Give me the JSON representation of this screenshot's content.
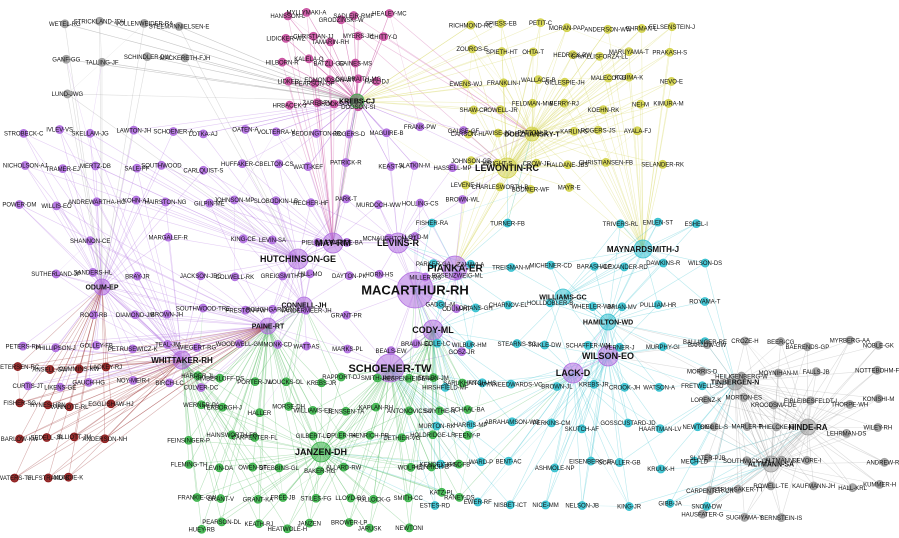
{
  "colors": {
    "purple": "#b06ee0",
    "magenta": "#c84fa0",
    "yellow": "#d2d24a",
    "cyan": "#35c0cf",
    "green": "#3bb34a",
    "gray": "#9e9e9e",
    "darkred": "#8e1b1b",
    "lightpurple": "#c9a8e3",
    "blue": "#5470e0"
  },
  "clusters": [
    {
      "color": "gray",
      "nodes": [
        "WETEL-RG",
        "STRICKLAND-JDH",
        "VOLLENWEIDER-RA",
        "STEEMANNIELSEN-E",
        "GANF-GG",
        "TALLING-JF",
        "SCHINDLER-DW",
        "MACKERETH-FJH",
        "LUND-JWG"
      ]
    },
    {
      "color": "magenta",
      "nodes": [
        "HANSSON-L",
        "MYLLYMAKI-A",
        "GRODZINSKI-W",
        "SADLEIR-RMF",
        "HEALEY-MC",
        "LIDICKER-WZ",
        "CHRISTIAN-JJ",
        "TAMARIN-RH",
        "MYERS-JH",
        "CHITTY-D",
        "HILBORN-R",
        "KALELA-O",
        "BATZLI-GO",
        "GAINES-MS",
        "KREBS-CJ",
        "LIDKER",
        "PEARSON-OP",
        "EDMONDSON-WT",
        "GALBRAITH-MG",
        "HALL-DJ",
        "HRBACEK-J",
        "ZARET-TM",
        "BROOKS-JL",
        "DODSON-SI"
      ]
    },
    {
      "color": "yellow",
      "nodes": [
        "RICHMOND-RC",
        "SPIESS-EB",
        "PETIT-C",
        "MORAN-PAP",
        "ANDERSON-WW",
        "EHRMAN-L",
        "FELSENSTEIN-J",
        "ZOUROS-E",
        "SPIETH-HT",
        "OHTA-T",
        "HEDRICK-PW",
        "CAVALLISFORZA-LL",
        "MARUYAMA-T",
        "PRAKASH-S",
        "EWENS-WJ",
        "FRANKLIN-I",
        "WALLACE-B",
        "GILLESPIE-JH",
        "MALECOT-G",
        "KOJIMA-K",
        "NEVO-E",
        "SHAW-CR",
        "POWELL-JR",
        "FELDMAN-MW",
        "BERRY-RJ",
        "KOEHN-RK",
        "NEI-M",
        "KIMURA-M",
        "CARSON-HL",
        "AVISE-JC",
        "PATTON-JL",
        "KARLIN-S",
        "ROGERS-JS",
        "AYALA-FJ",
        "DOBZHANSKY-T",
        "JOHNSON-GB",
        "WRIGHT-S",
        "CROW-JF",
        "HALDANE-JBS",
        "CHRISTIANSEN-FB",
        "LEWONTIN-RC",
        "SELANDER-RK",
        "LEVENE-H",
        "CHARLESWORTH-B",
        "BODMER-WF",
        "MAYR-E"
      ]
    },
    {
      "color": "purple",
      "nodes": [
        "STROBECK-C",
        "IVLEV-VS",
        "SKELLAM-JG",
        "LAWTON-JH",
        "SCHOENER-A",
        "LOTKA-AJ",
        "OATEN-A",
        "VOLTERRA-V",
        "BEDDINGTON-JR",
        "ROGERS-D",
        "MAGUIRE-B",
        "FRANK-PW",
        "GAUSE-GF",
        "NICHOLSON-AJ",
        "TRAMER-EJ",
        "MERTZ-DB",
        "SALE-PF",
        "SOUTHWOOD",
        "CARLQUIST-S",
        "HUFFAKER-CB",
        "ELTON-CS",
        "WATT-KEF",
        "PATRICK-R",
        "KEAST-A",
        "SLATKIN-M",
        "HASSELL-MP",
        "POWER-DM",
        "WILLIS-EO",
        "ANDREWARTHA-HG",
        "KOHN-AJ",
        "HAIRSTON-NG",
        "GILPIN-ME",
        "JOHNSON-MP",
        "SLOBODKIN-LB",
        "RECHER-HF",
        "PARK-T",
        "MURDOCH-WW",
        "HOLLING-CS",
        "BROWN-WL",
        "MAY-RM",
        "LEVINS-R",
        "SHANNON-CE",
        "HUTCHINSON-GE",
        "MARGALEF-R",
        "PIANKA-ER",
        "KING-CE",
        "LEVIN-SA",
        "PIELOU-EC",
        "MENGE-BA",
        "MCNAUGHTON-SJ",
        "LLOYD-M",
        "CONNELL-JH",
        "MACARTHUR-RH",
        "SUTHERLAND-JP",
        "SANDERS-HL",
        "BRAY-JR",
        "PAINE-RT",
        "JACKSON-JBC",
        "COLWELL-RK",
        "GREIGSMITH-P",
        "HILL-MO",
        "DAYTON-PK",
        "HORN-HS",
        "MILLER-RS",
        "ROSENZWEIG-ML",
        "CODY-ML",
        "WHITTAKER-RH",
        "ROOT-RB",
        "DIAMOND-JM",
        "BROWN-JH",
        "SOUTHWOOD-TRE",
        "PRESTON-FW",
        "ROUGHGARDEN-J",
        "VANDERMEER-JH",
        "GRANT-PR",
        "WILSON-EO",
        "ODUM-EP",
        "ODUM-HT",
        "PETERS-RH",
        "PHILLIPSON-J",
        "GOLLEY-FB",
        "PETRUSEWICZ-K",
        "TEAL-JM",
        "WIEGERT-RG",
        "WOODWELL-GM",
        "MONK-CD",
        "WATT-AS",
        "MARKS-PL",
        "BEALS-EW",
        "BRAUN-EL",
        "GOSZ-JR",
        "CURTIS-JT",
        "LIKENS-GE",
        "GAUCH-HG",
        "NOY-MEIR-I",
        "BIRCH-LC",
        "CULVER-DC",
        "SCHOENER-TW",
        "LACK-D"
      ]
    },
    {
      "color": "cyan",
      "nodes": [
        "FISHER-RA",
        "MAYNARDSMITH-J",
        "TURNER-FB",
        "HAMILTON-WD",
        "WILLIAMS-GC",
        "TRIVERS-RL",
        "EMLEN-ST",
        "ESHEL-I",
        "PARKER-GA",
        "ZAHAVI-A",
        "TREISMAN-M",
        "MICHENER-CD",
        "BARASH-DP",
        "ALEXANDER-RD",
        "DAWKINS-R",
        "WILSON-DS",
        "GADGIL-M",
        "ORIANS-GH",
        "CHARNOV-EL",
        "HOLLDOBLER-B",
        "WHEELER-WM",
        "BRIAN-MV",
        "PULLIAM-HR",
        "ROYAMA-T",
        "COLE-LC",
        "WILBUR-HM",
        "STEARNS-SC",
        "TINKLE-DW",
        "SCHAFFER-WM",
        "VERNER-J",
        "MURPHY-GI",
        "BALLINGER-RE",
        "HIRSHFIELD-MF",
        "FITCH-HS",
        "WYNNEEDWARDS-VC",
        "BROWN-JL",
        "KREBS-JR",
        "CROOK-JH",
        "WATSON-A",
        "FRETWELL-SD",
        "MURTON-RK",
        "HARRIS-MP",
        "ABRAHAMSON-WG",
        "PERKINS-CM",
        "SKUTCH-AF",
        "GOSSCUSTARD-JD",
        "HAARTMAN-LV",
        "NEWTON-I",
        "KENDEIGH-SC",
        "WARD-P",
        "BENT-AC",
        "ASHMOLE-NP",
        "EISENBERG-JF",
        "SCHALLER-GB",
        "KRUUK-H",
        "MECH-LD",
        "ESTES-RD",
        "EWER-RF",
        "NISBET-ICT",
        "NICE-MM",
        "NELSON-JB",
        "KING-JR",
        "GIBB-JA",
        "SNOW-DW"
      ]
    },
    {
      "color": "green",
      "nodes": [
        "HARPER-JL",
        "SIMBERLOFF-DS",
        "PORTER-JW",
        "LOUCKS-OL",
        "KREBS-JR",
        "RAPPORT-DJ",
        "SMITH-JNM",
        "HESPENHEIDE-HA",
        "EMLEN-JM",
        "SARUKHAN-J",
        "WERNER-PA",
        "TERBORGH-J",
        "HALLER",
        "MORSE-DH",
        "WILLIAMS-EE",
        "JENSSEN-TA",
        "KAPLAN-RH",
        "ANTONOVICS-J",
        "SMYTHE-N",
        "SCHAAL-BA",
        "FEINSINGER-P",
        "HAINSWORTH-FR",
        "CARPENTER-FL",
        "JANZEN-DH",
        "GILBERT-LE",
        "OPLER-PA",
        "HENRICH-PR",
        "DETHIER-VG",
        "HOLDRIDGE-LR",
        "FEENY-P",
        "FLEMING-TH",
        "LEVIN-DA",
        "OWEN-DF",
        "STEBBINS-GL",
        "BAKER-HG",
        "ALLARD-RW",
        "KREBS-CJ",
        "WOLF-LL",
        "HEINRICH-B",
        "GILL-FB",
        "FRANKIE-GW",
        "GRANT-V",
        "GRANT-KA",
        "FREE-JB",
        "STILES-FG",
        "LLOYD-DG",
        "TULLOCK-G",
        "SMITH-CC",
        "KATZ-PL",
        "RANEY-DS",
        "HUEY-RB",
        "PEARSON-DL",
        "KEATH-RJ",
        "HEATWOLE-H",
        "JANZEN",
        "BROWER-LP",
        "JARUSK",
        "NEWTONI"
      ]
    },
    {
      "color": "gray2",
      "nodes": [
        "BARLOW-GW",
        "CROZE-H",
        "BEER-CG",
        "BAERENDS-GP",
        "MYRBERG-AA",
        "NOBLE-GK",
        "MORRIS-D",
        "HEILIGENBERG-W",
        "MOYNIHAN-M",
        "FALLS-JB",
        "TINBERGEN-N",
        "NOTTEBOHM-F",
        "LORENZ-K",
        "MORTON-ES",
        "KROODSMA-DE",
        "EIBLEIBESFELDT-I",
        "THORPE-WH",
        "KONISHI-M",
        "SIEGEL-S",
        "MARLER-P",
        "THIELCKE-G",
        "HINDE-RA",
        "LEHRMAN-DS",
        "WILEY-RH",
        "SLATER-PJB",
        "SOUTHWICK-CH",
        "ALTMANN-J",
        "DEVORE-I",
        "ALTMANN-SA",
        "ANDREW-RJ",
        "CARPENTER-CR",
        "STRUHSAKER-TT",
        "ROWELL-TE",
        "KAUFMANN-JH",
        "HALL-KRL",
        "KUMMER-H",
        "HAUSFATER-G",
        "SUGIYAMA-Y",
        "BERNSTEIN-IS"
      ]
    },
    {
      "color": "darkred",
      "nodes": [
        "PETERSEN-RC",
        "ANSELL-GW",
        "CUMMINS-KW",
        "LACKEY-RJ",
        "FISHER-SG",
        "HYNES-HBN",
        "VANNOTE-RL",
        "EGGLISHAW-HJ",
        "BARLOW-KW",
        "SEDELL-JR",
        "ELLIOTT-JM",
        "ANDERSON-NH",
        "WATERS-TF",
        "ULFSTRAND-S",
        "MUNDIE-K"
      ]
    }
  ],
  "labels": {
    "MACARTHUR-RH": "MACARTHUR-RH",
    "SCHOENER-TW": "SCHOENER-TW",
    "PIANKA-ER": "PIANKA-ER",
    "MAY-RM": "MAY-RM",
    "LEVINS-R": "LEVINS-R",
    "HUTCHINSON-GE": "HUTCHINSON-GE",
    "CODY-ML": "CODY-ML",
    "LACK-D": "LACK-D",
    "WILSON-EO": "WILSON-EO",
    "JANZEN-DH": "JANZEN-DH",
    "LEWONTIN-RC": "LEWONTIN-RC",
    "WHITTAKER-RH": "WHITTAKER-RH",
    "MAYNARDSMITH-J": "MAYNARDSMITH-J",
    "HINDE-RA": "HINDE-RA",
    "TINBERGEN-N": "TINBERGEN-N",
    "ALTMANN-SA": "ALTMANN-SA",
    "ODUM-EP": "ODUM-EP",
    "PAINE-RT": "PAINE-RT",
    "CONNELL-JH": "CONNELL-JH",
    "WILLIAMS-GC": "WILLIAMS-GC",
    "HAMILTON-WD": "HAMILTON-WD",
    "KREBS-CJ": "KREBS-CJ",
    "DOBZHANSKY-T": "DOBZHANSKY-T"
  }
}
